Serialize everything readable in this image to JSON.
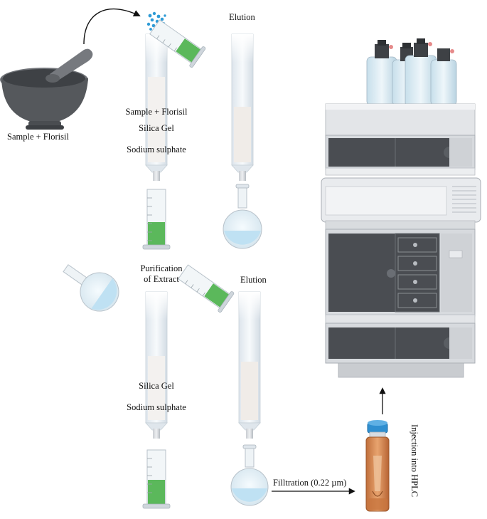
{
  "labels": {
    "mortar": "Sample + Florisil",
    "col1_layer1": "Sample + Florisil",
    "col1_layer2": "Silica Gel",
    "col1_layer3": "Sodium sulphate",
    "elution_top": "Elution",
    "purification_line1": "Purification",
    "purification_line2": "of Extract",
    "elution_bottom": "Elution",
    "col3_layer1": "Silica Gel",
    "col3_layer2": "Sodium sulphate",
    "filtration": "Filltration (0.22 µm)",
    "injection": "Injection into HPLC"
  },
  "colors": {
    "column_glass": "#eef3f7",
    "packing": "#f1eeec",
    "green_fill": "#5bb85b",
    "flask_liquid": "#bfe1f3",
    "hplc_dark": "#4a4d52",
    "hplc_light": "#e3e5e8",
    "vial_amber": "#d98a52",
    "vial_cap": "#2f8fd0"
  }
}
